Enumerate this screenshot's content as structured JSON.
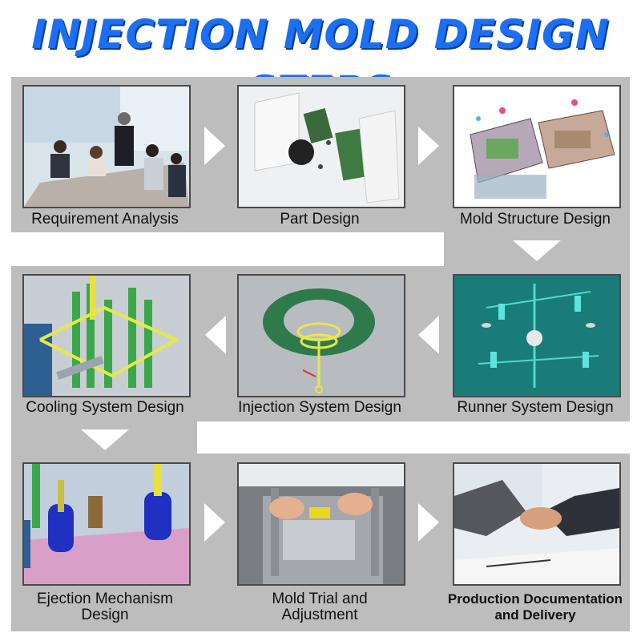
{
  "title": "INJECTION MOLD DESIGN STEPS",
  "steps": [
    {
      "label": "Requirement Analysis",
      "icon": "meeting-photo"
    },
    {
      "label": "Part Design",
      "icon": "exploded-device-photo"
    },
    {
      "label": "Mold Structure Design",
      "icon": "mold-assembly-render"
    },
    {
      "label": "Runner System Design",
      "icon": "runner-cad-render"
    },
    {
      "label": "Injection System Design",
      "icon": "sprue-ring-render"
    },
    {
      "label": "Cooling System Design",
      "icon": "cooling-channels-render"
    },
    {
      "label": "Ejection Mechanism Design",
      "line1": "Ejection Mechanism",
      "line2": "Design",
      "icon": "ejector-springs-render"
    },
    {
      "label": "Mold Trial and Adjustment",
      "line1": "Mold Trial and",
      "line2": "Adjustment",
      "icon": "mold-trial-photo"
    },
    {
      "label": "Production Documentation and Delivery",
      "line1": "Production Documentation",
      "line2": "and Delivery",
      "icon": "handshake-photo"
    }
  ],
  "colors": {
    "title": "#1b6ff2",
    "band": "#bdbdbd",
    "arrow": "#ffffff"
  }
}
